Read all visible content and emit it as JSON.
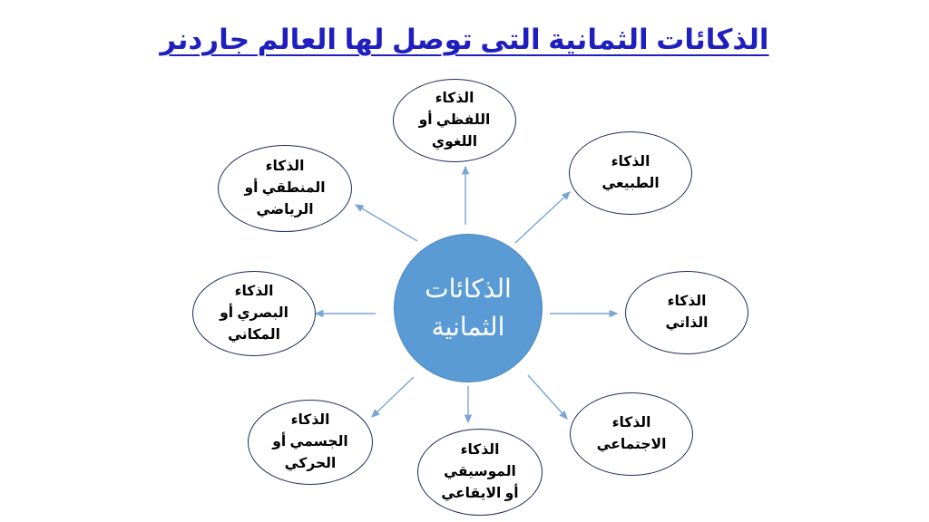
{
  "title": "الذكائات الثمانية التى توصل لها العالم جاردنر",
  "center": {
    "label": "الذكائات\nالثمانية"
  },
  "nodes": [
    {
      "id": "linguistic",
      "label": "الذكاء\nاللفظي أو\nاللغوي"
    },
    {
      "id": "naturalistic",
      "label": "الذكاء\nالطبيعي"
    },
    {
      "id": "intrapersonal",
      "label": "الذكاء\nالذاتي"
    },
    {
      "id": "interpersonal",
      "label": "الذكاء\nالاجتماعي"
    },
    {
      "id": "musical",
      "label": "الذكاء\nالموسيقي\nأو الايقاعي"
    },
    {
      "id": "bodily",
      "label": "الذكاء\nالجسمي أو\nالحركي"
    },
    {
      "id": "spatial",
      "label": "الذكاء\nالبصري أو\nالمكاني"
    },
    {
      "id": "logical",
      "label": "الذكاء\nالمنطقي أو\nالرياضي"
    }
  ],
  "colors": {
    "title": "#1f1fbf",
    "center_fill": "#5b9bd5",
    "node_border": "#1f2d5a",
    "arrow": "#7aa6d6"
  }
}
